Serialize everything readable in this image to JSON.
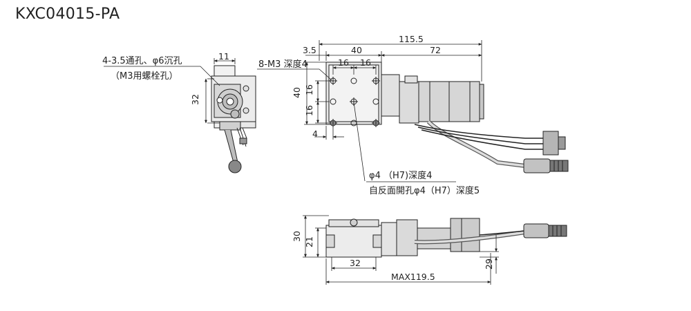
{
  "title": "KXC04015-PA",
  "notes": {
    "holes_line1": "4-3.5通孔、φ6沉孔",
    "holes_line2": "（M3用螺栓孔）",
    "taps": "8-M3 深度4",
    "pin_line1": "φ4 （H7)深度4",
    "pin_line2": "自反面開孔φ4（H7）深度5"
  },
  "dims": {
    "side_width": "11",
    "side_height": "32",
    "total_length": "115.5",
    "offset": "3.5",
    "table_width": "40",
    "motor_length": "72",
    "pitch_a": "16",
    "pitch_b": "16",
    "table_height": "40",
    "v_pitch_a": "16",
    "v_pitch_b": "16",
    "edge": "4",
    "front_height_total": "30",
    "front_height_base": "21",
    "front_width": "32",
    "max_length": "MAX119.5",
    "cable_offset": "29"
  }
}
